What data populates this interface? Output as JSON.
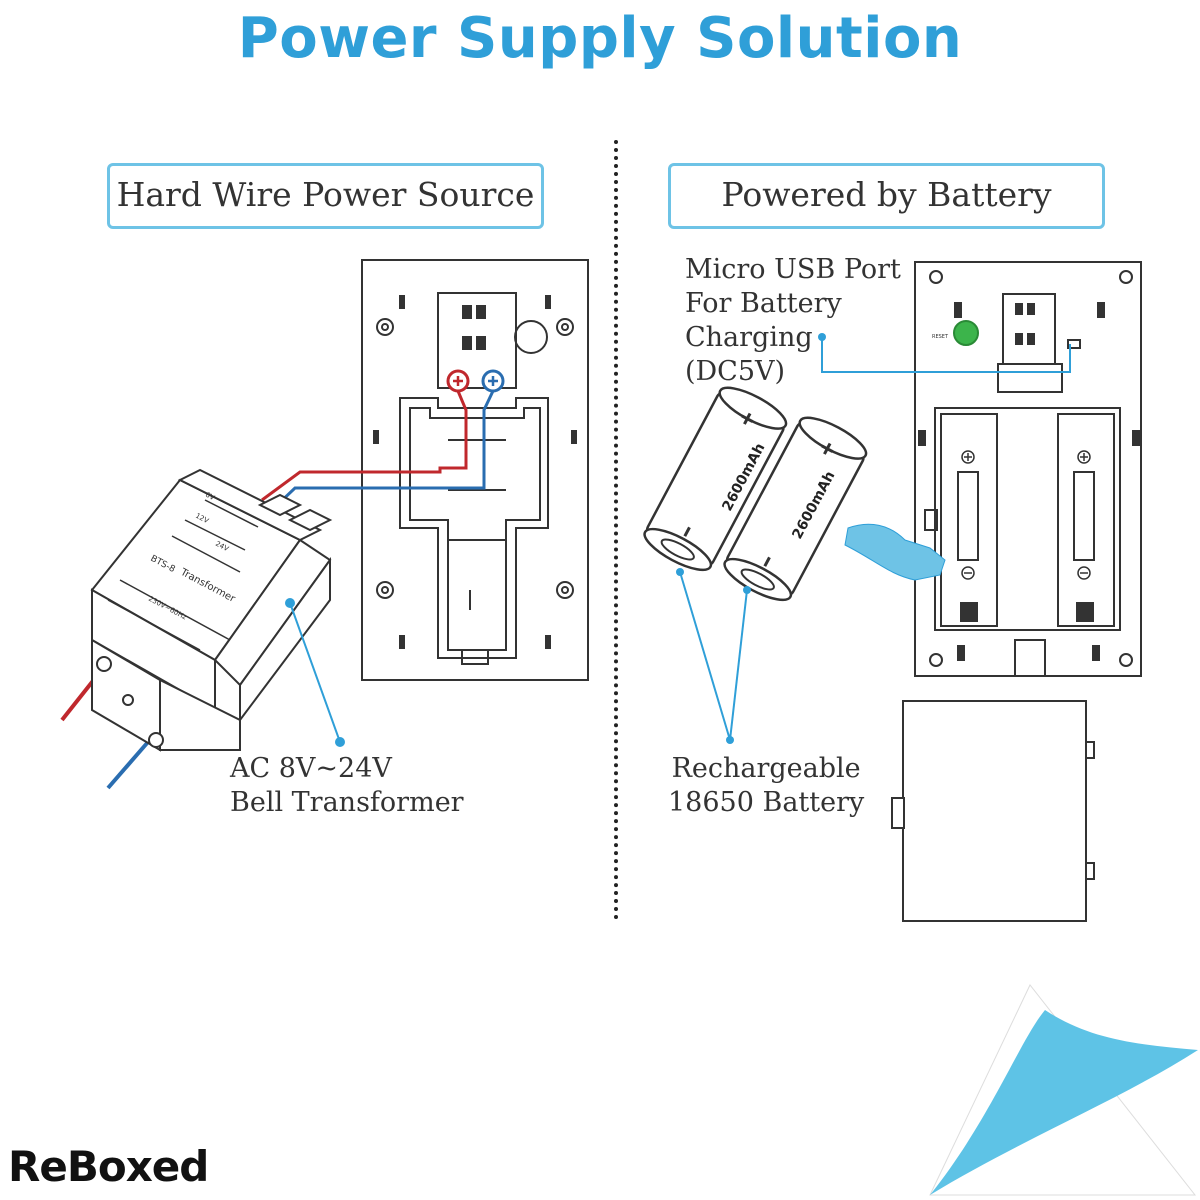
{
  "title": "Power Supply Solution",
  "left_section": {
    "heading": "Hard Wire Power Source",
    "callout": "AC 8V~24V\nBell Transformer",
    "transformer_text": {
      "model": "BTS-8",
      "name": "Transformer",
      "taps": [
        "8V",
        "12V",
        "24V"
      ],
      "input": "230V~60Hz"
    }
  },
  "right_section": {
    "heading": "Powered by Battery",
    "usb_callout": "Micro USB Port\nFor Battery\nCharging\n(DC5V)",
    "battery_callout": "Rechargeable\n18650 Battery",
    "battery_capacity": "2600mAh",
    "reset_label": "RESET"
  },
  "brand": "ReBoxed",
  "colors": {
    "accent": "#2f9fd8",
    "box_border": "#6ec3e6",
    "wire_red": "#c0282d",
    "wire_blue": "#2a6db0",
    "reset_green": "#3cb44b"
  }
}
